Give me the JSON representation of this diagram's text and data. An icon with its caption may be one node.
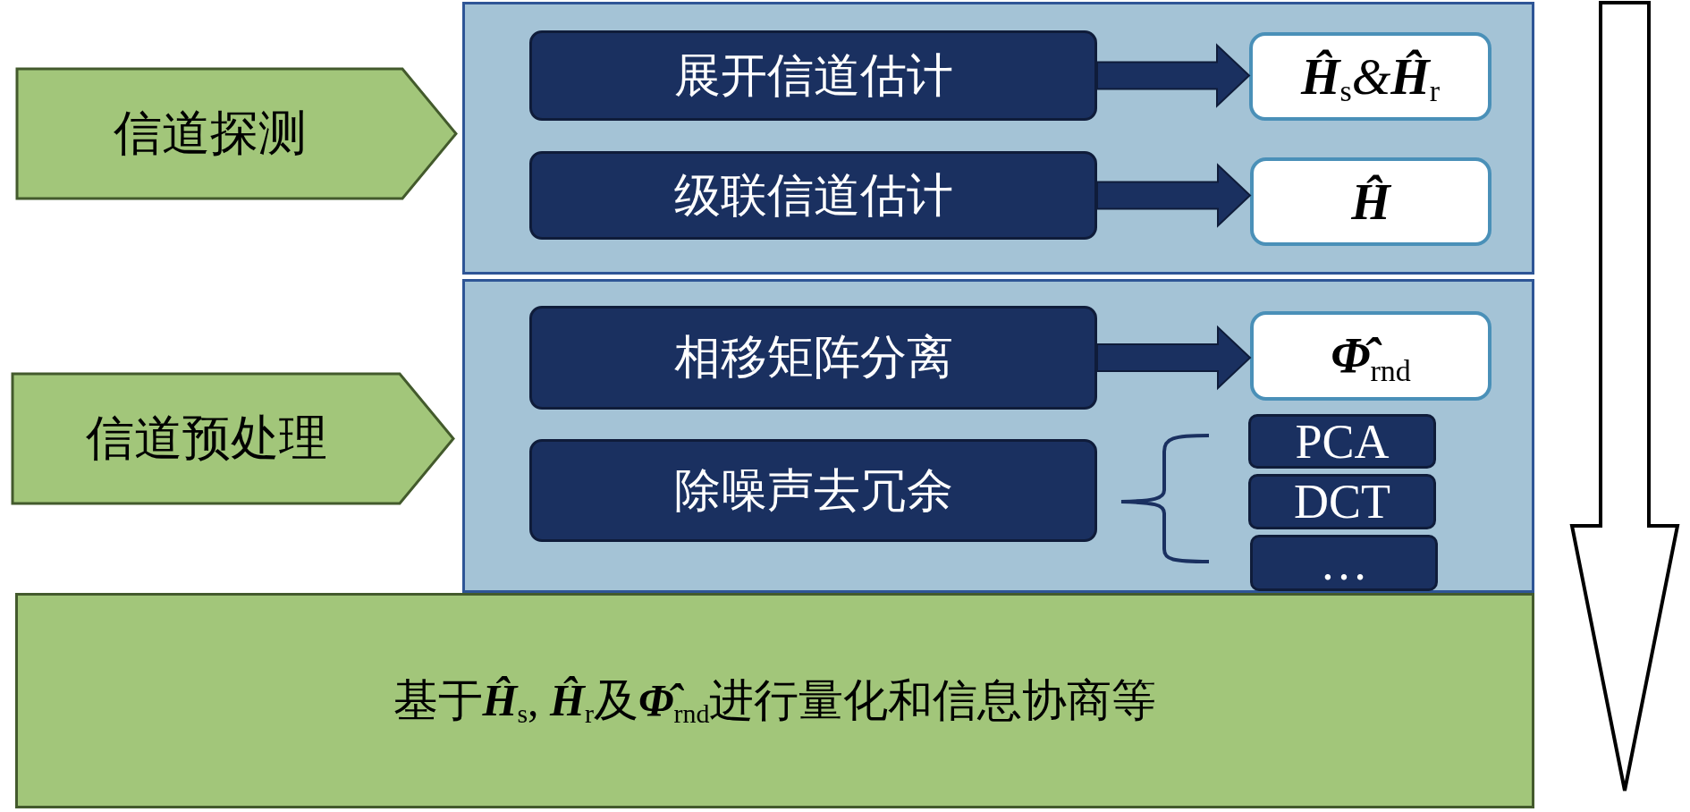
{
  "diagram": {
    "nodes": [
      {
        "text": [
          "信道探测"
        ]
      },
      {
        "text": [],
        "shape": "box"
      },
      {
        "text": [
          "展开信道估计"
        ],
        "in": 1
      },
      {
        "text": [
          "**Ĥ**$_{s}$&**Ĥ**$_{r}$"
        ],
        "in": 1
      },
      {
        "text": [
          "级联信道估计"
        ],
        "in": 1
      },
      {
        "text": [
          "**Ĥ**"
        ],
        "in": 1
      },
      {
        "text": [
          "信道预处理"
        ]
      },
      {
        "text": [],
        "shape": "box"
      },
      {
        "text": [
          "相移矩阵分离"
        ],
        "in": 7
      },
      {
        "text": [
          "**Φ̂**$_{rnd}$"
        ],
        "in": 7
      },
      {
        "text": [
          "除噪声去冗余"
        ],
        "in": 7
      },
      {
        "text": [
          "PCA"
        ],
        "in": 7
      },
      {
        "text": [
          "DCT"
        ],
        "in": 7
      },
      {
        "text": [
          "…"
        ],
        "in": 7
      },
      {
        "text": [
          "基于**Ĥ**$_{s}$, **Ĥ**$_{r}$及**Φ̂**$_{rnd}$进行量化和信息协商等"
        ]
      }
    ],
    "edges": [
      {
        "from": 2,
        "to": 3,
        "arrow": "to"
      },
      {
        "from": 4,
        "to": 5,
        "arrow": "to"
      },
      {
        "from": 8,
        "to": 9,
        "arrow": "to"
      }
    ]
  }
}
